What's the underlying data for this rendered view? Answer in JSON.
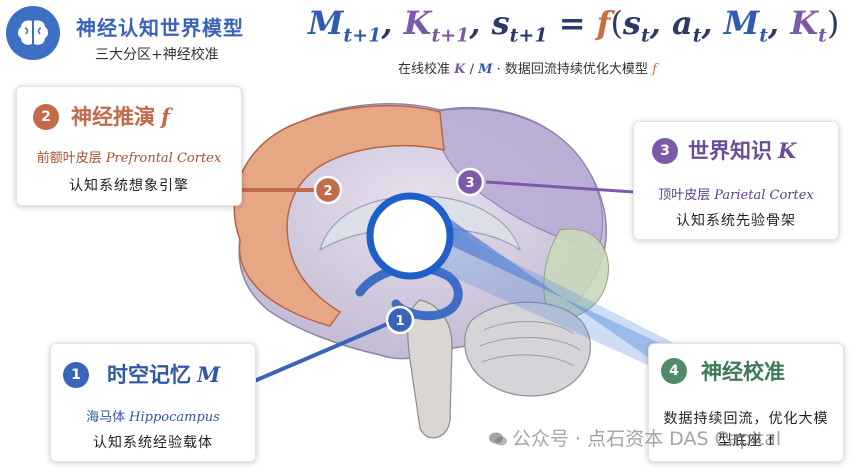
{
  "header": {
    "title": "神经认知世界模型",
    "subtitle": "三大分区+神经校准",
    "logo_icon": "brain-icon"
  },
  "formula": {
    "m_next": "M",
    "k_next": "K",
    "s_next": "s",
    "sub_next": "t+1",
    "equals": "=",
    "func": "f",
    "args_open": "(",
    "s": "s",
    "a": "a",
    "m": "M",
    "k": "K",
    "sub_t": "t",
    "args_close": ")",
    "caption_prefix": "在线校准",
    "caption_k": "K",
    "caption_slash": "/",
    "caption_m": "M",
    "caption_suffix": "· 数据回流持续优化大模型",
    "caption_f": "f"
  },
  "cards": {
    "inference": {
      "number": "2",
      "title": "神经推演",
      "symbol": "f",
      "region_cn": "前额叶皮层",
      "region_latin": "Prefrontal Cortex",
      "description": "认知系统想象引擎"
    },
    "knowledge": {
      "number": "3",
      "title": "世界知识",
      "symbol": "K",
      "region_cn": "顶叶皮层",
      "region_latin": "Parietal Cortex",
      "description": "认知系统先验骨架"
    },
    "memory": {
      "number": "1",
      "title": "时空记忆",
      "symbol": "M",
      "region_cn": "海马体",
      "region_latin": "Hippocampus",
      "description": "认知系统经验载体"
    },
    "calibration": {
      "number": "4",
      "title": "神经校准",
      "description": "数据持续回流，优化大模型底座 f"
    }
  },
  "markers": {
    "hippocampus": "1",
    "prefrontal": "2",
    "parietal": "3"
  },
  "watermark": "公众号 · 点石资本 DAS Capital",
  "colors": {
    "prefrontal": "#c26a4a",
    "parietal": "#7d5aa8",
    "hippocampus": "#3a64b8",
    "calibration": "#4f8b68",
    "title_blue": "#3a63b8"
  }
}
